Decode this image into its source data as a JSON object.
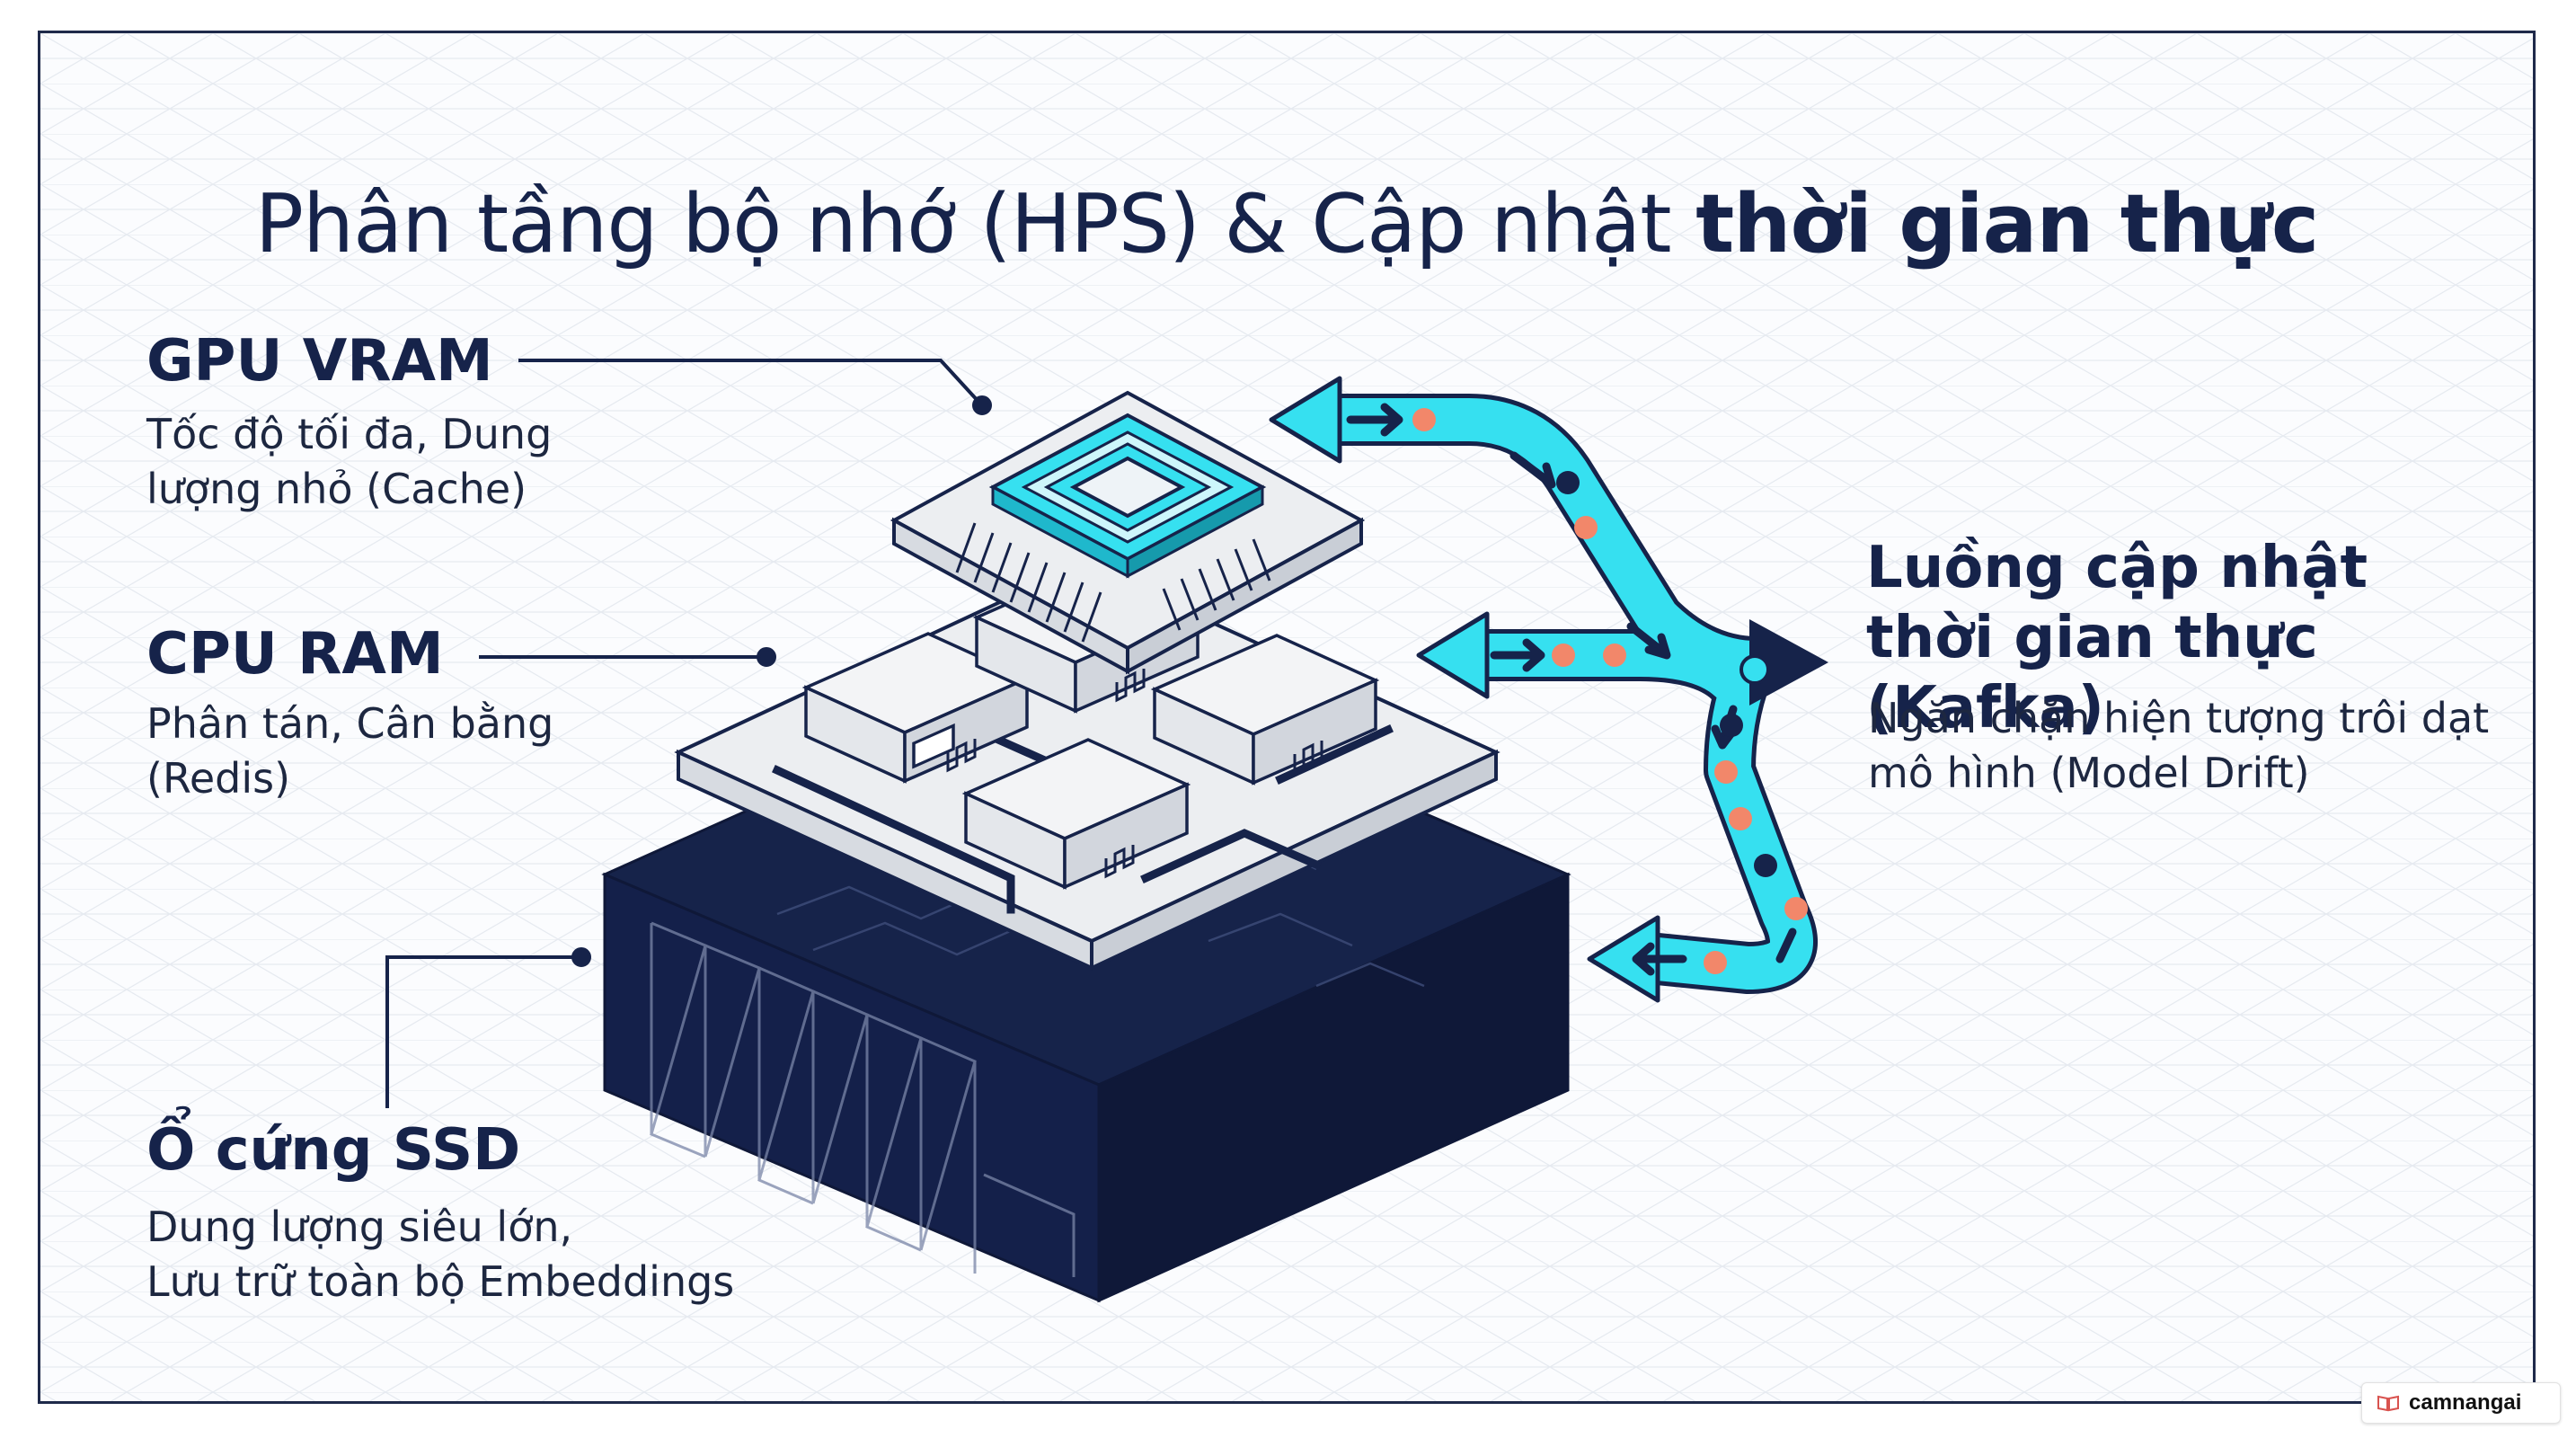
{
  "title": {
    "regular": "Phân tầng bộ nhớ (HPS) & Cập nhật",
    "bold": "thời gian thực"
  },
  "layers": [
    {
      "title": "GPU VRAM",
      "description": "Tốc độ tối đa, Dung\nlượng nhỏ (Cache)"
    },
    {
      "title": "CPU RAM",
      "description": "Phân tán, Cân bằng\n(Redis)"
    },
    {
      "title": "Ổ cứng SSD",
      "description": "Dung lượng siêu lớn,\nLưu trữ toàn bộ Embeddings"
    }
  ],
  "stream": {
    "title": "Luồng cập nhật thời gian thực (Kafka)",
    "description": "Ngăn chặn hiện tượng trôi dạt mô hình (Model Drift)"
  },
  "watermark": {
    "text": "camnangai",
    "icon": "book-icon"
  },
  "colors": {
    "navy": "#16234a",
    "cyan": "#36e0f0",
    "orange": "#f2876a",
    "light_gray": "#eceef1"
  }
}
